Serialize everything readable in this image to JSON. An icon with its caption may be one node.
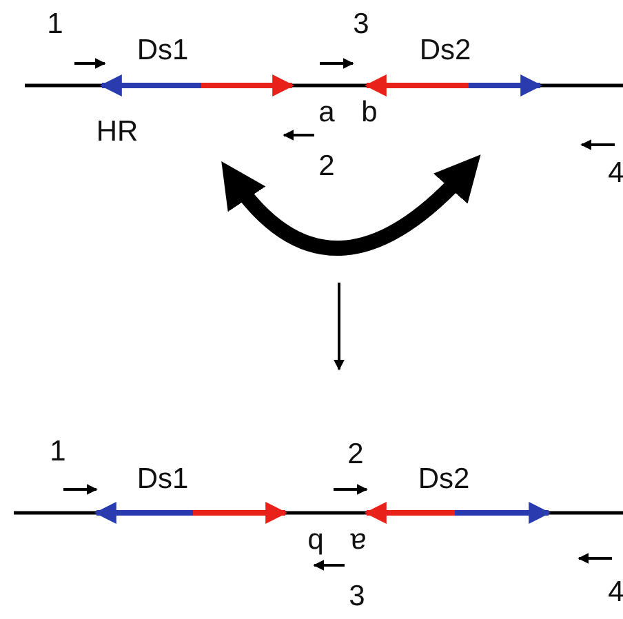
{
  "diagram": {
    "labels": [
      "1",
      "Ds1",
      "3",
      "Ds2",
      "a",
      "b",
      "2",
      "4",
      "HR",
      "1",
      "Ds1",
      "2",
      "Ds2",
      "b",
      "a",
      "3",
      "4"
    ]
  }
}
